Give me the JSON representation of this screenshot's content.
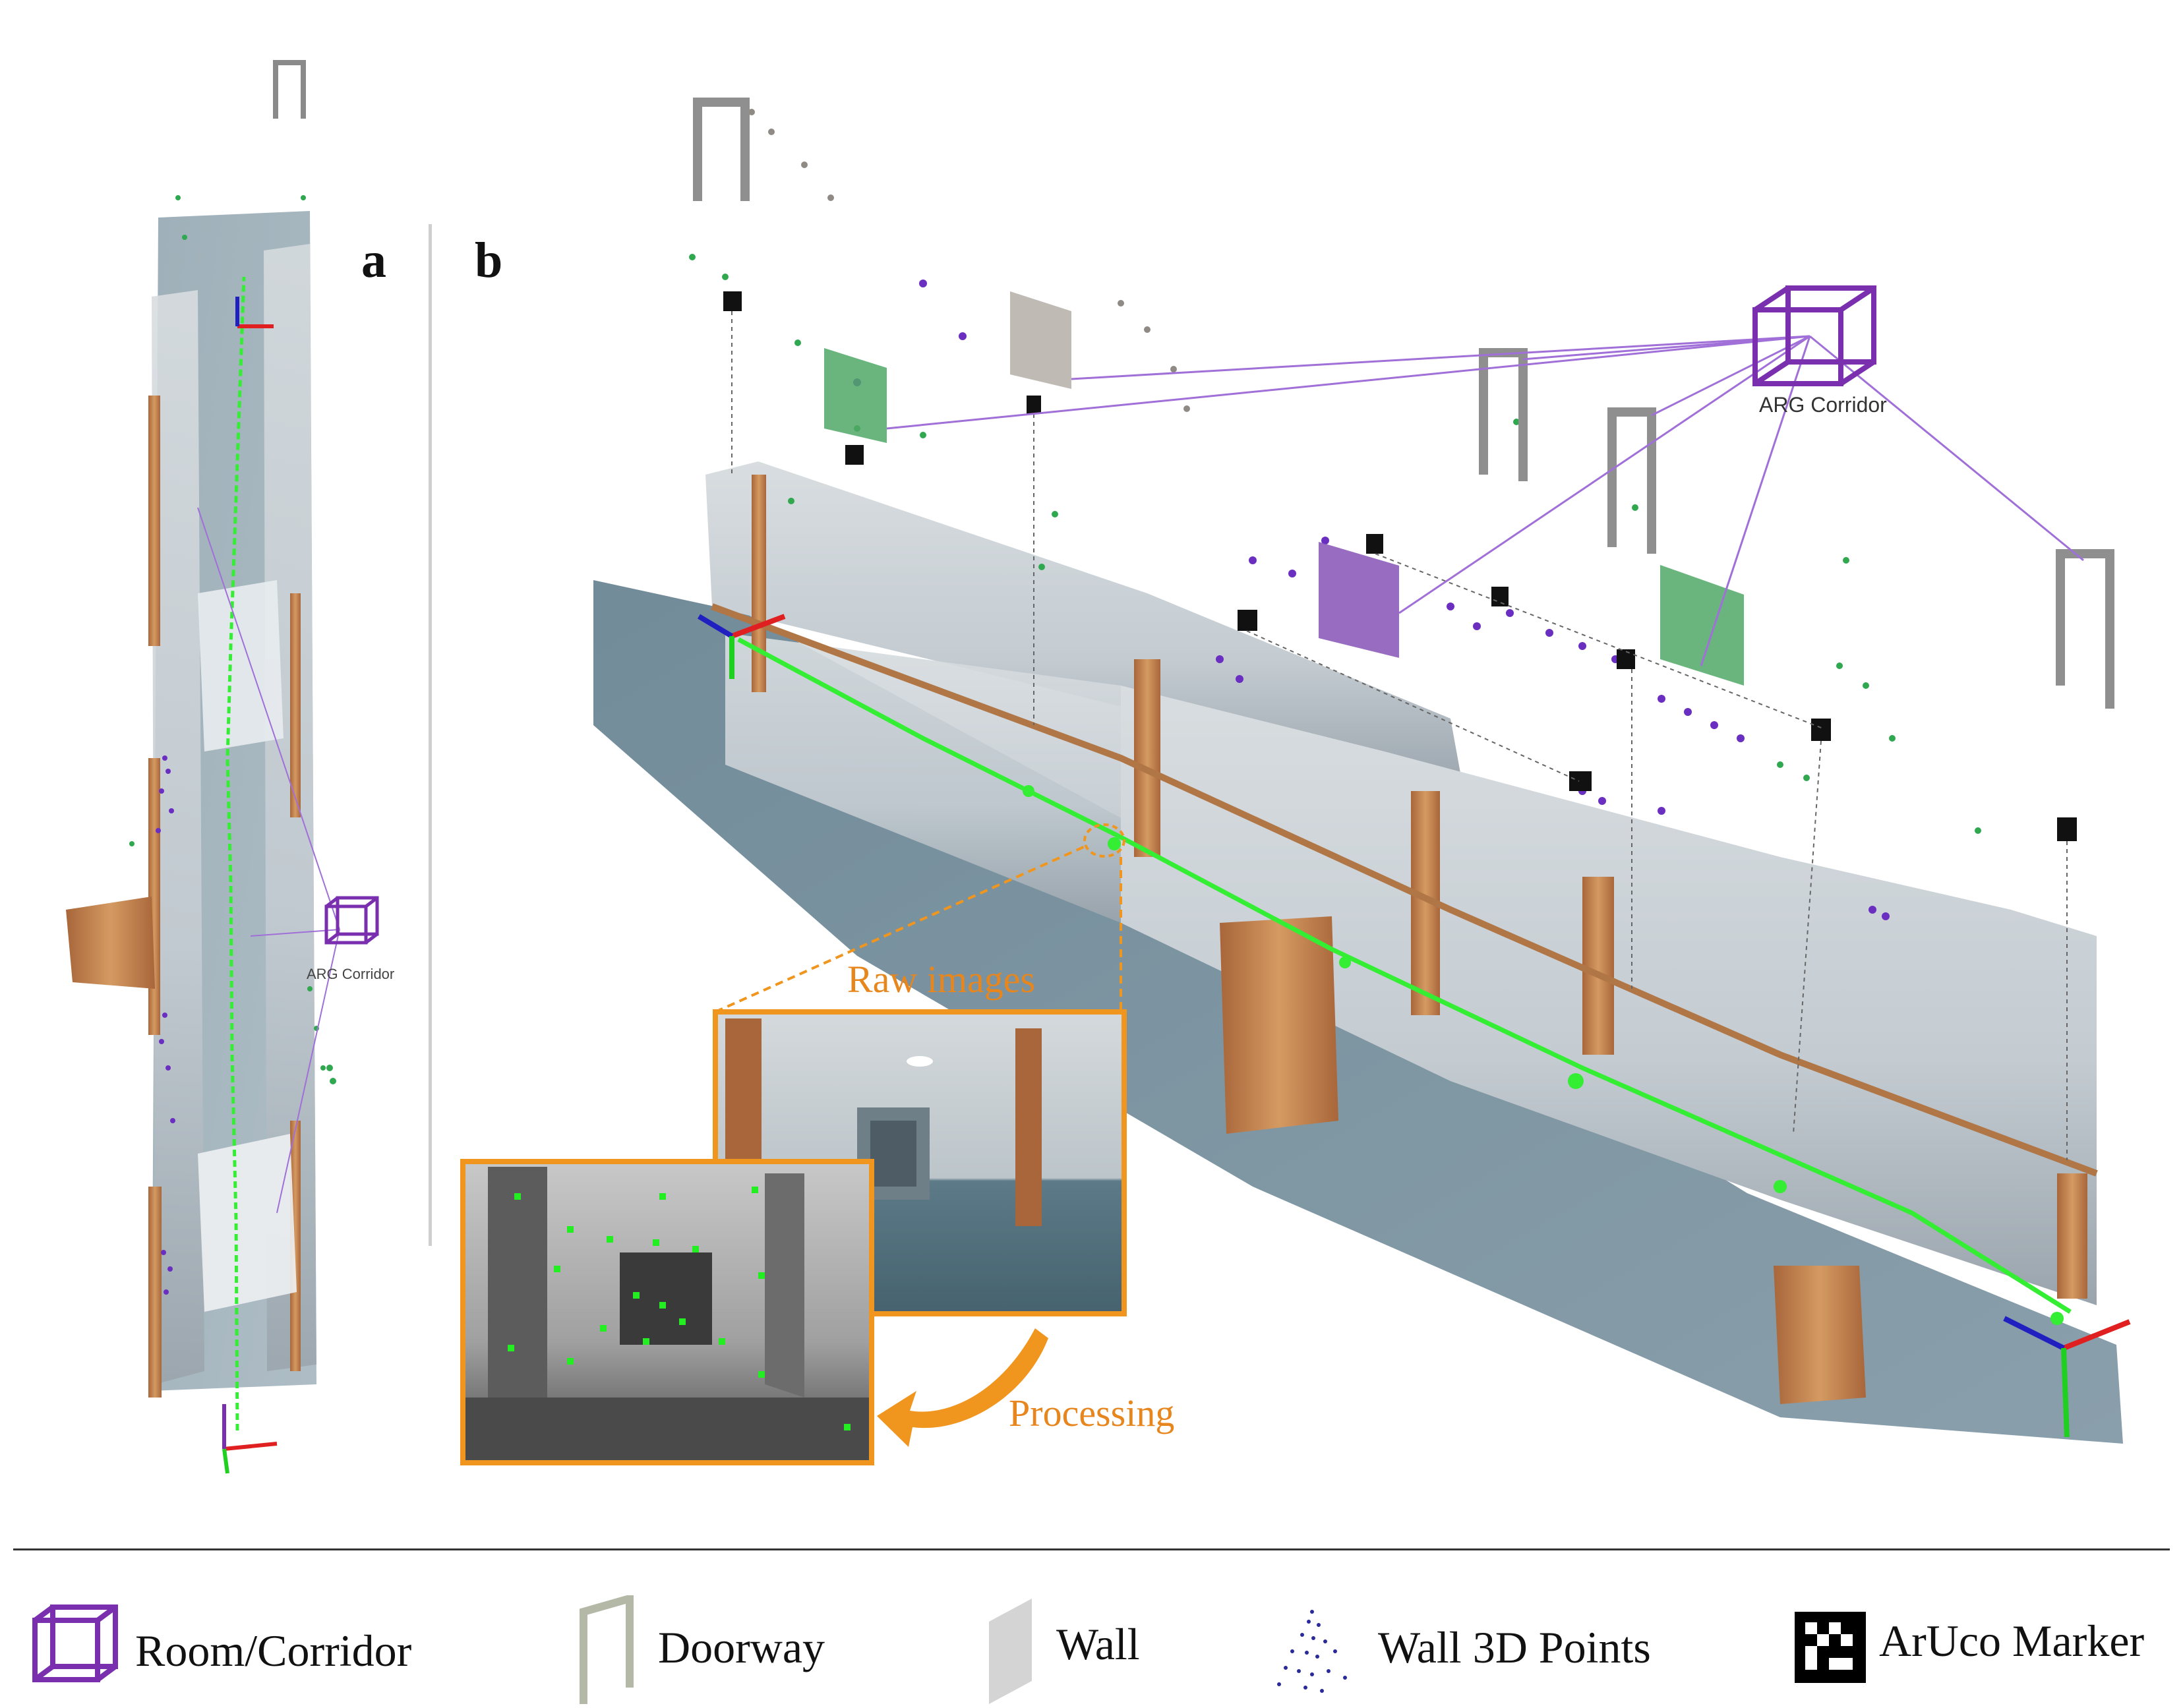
{
  "panels": {
    "a_label": "a",
    "b_label": "b"
  },
  "scene": {
    "room_node_label": "ARG  Corridor",
    "room_node_label_small": "ARG  Corridor",
    "inset_raw_title": "Raw images",
    "inset_processing_label": "Processing"
  },
  "legend": {
    "items": [
      {
        "label": "Room/Corridor",
        "icon": "room-cube-icon"
      },
      {
        "label": "Doorway",
        "icon": "doorway-icon"
      },
      {
        "label": "Wall",
        "icon": "wall-icon"
      },
      {
        "label": "Wall 3D Points",
        "icon": "wall-points-icon"
      },
      {
        "label": "ArUco Marker",
        "icon": "aruco-marker-icon"
      }
    ]
  },
  "colors": {
    "room": "#7a2fae",
    "room_edge_line": "#a070d8",
    "doorway": "#9a9a9a",
    "wall_gray": "#b9b3ad",
    "wall_green": "#4fa866",
    "wall_purple": "#8a58b8",
    "trajectory": "#33ee33",
    "points_purple": "#6a2fc0",
    "points_green": "#2fa850",
    "points_gray": "#8f8a84",
    "inset_border": "#f0961e",
    "axis_red": "#e02020",
    "axis_green": "#20d020",
    "axis_blue": "#2020c0"
  }
}
